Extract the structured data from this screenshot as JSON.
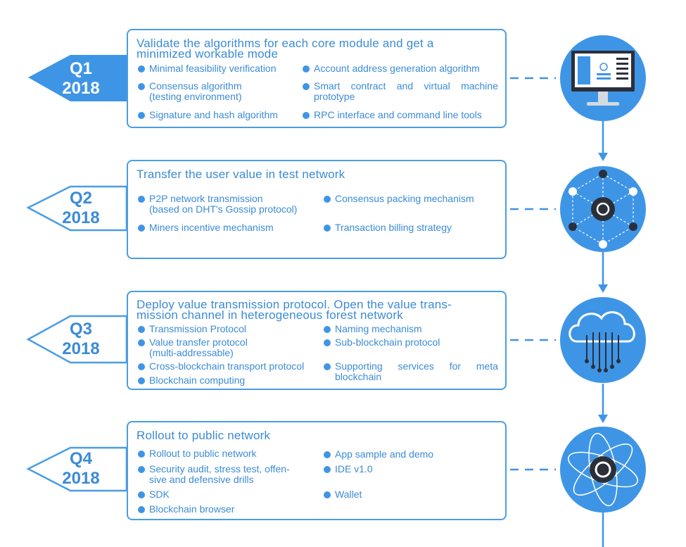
{
  "quarters": [
    {
      "quarter": "Q1",
      "year": "2018",
      "title_lines": [
        "Validate the algorithms for each core module and get a",
        "minimized workable mode"
      ],
      "items": [
        {
          "lines": [
            "Minimal feasibility verification"
          ]
        },
        {
          "lines": [
            "Account address generation algorithm"
          ]
        },
        {
          "lines": [
            "Consensus algorithm",
            "(testing environment)"
          ]
        },
        {
          "lines": [
            "Smart contract and virtual machine",
            "prototype"
          ]
        },
        {
          "lines": [
            "Signature and hash algorithm"
          ]
        },
        {
          "lines": [
            "RPC interface and command line tools"
          ]
        }
      ]
    },
    {
      "quarter": "Q2",
      "year": "2018",
      "title_lines": [
        "Transfer the user value in test network"
      ],
      "items": [
        {
          "lines": [
            "P2P network transmission",
            "(based on DHT's Gossip protocol)"
          ]
        },
        {
          "lines": [
            "Consensus packing mechanism"
          ]
        },
        {
          "lines": [
            "Miners incentive mechanism"
          ]
        },
        {
          "lines": [
            "Transaction billing strategy"
          ]
        }
      ]
    },
    {
      "quarter": "Q3",
      "year": "2018",
      "title_lines": [
        "Deploy value transmission protocol. Open the value trans-",
        "mission channel in heterogeneous forest network"
      ],
      "items": [
        {
          "lines": [
            "Transmission Protocol"
          ]
        },
        {
          "lines": [
            "Naming mechanism"
          ]
        },
        {
          "lines": [
            "Value transfer protocol",
            "(multi-addressable)"
          ]
        },
        {
          "lines": [
            "Sub-blockchain protocol"
          ]
        },
        {
          "lines": [
            "Cross-blockchain transport protocol"
          ]
        },
        {
          "lines": [
            "Supporting services for meta",
            "blockchain"
          ]
        },
        {
          "lines": [
            "Blockchain computing"
          ]
        }
      ]
    },
    {
      "quarter": "Q4",
      "year": "2018",
      "title_lines": [
        "Rollout to public network"
      ],
      "items": [
        {
          "lines": [
            "Rollout to public network"
          ]
        },
        {
          "lines": [
            "App sample and demo"
          ]
        },
        {
          "lines": [
            "Security audit, stress test, offen-",
            "sive and defensive drills"
          ]
        },
        {
          "lines": [
            "IDE v1.0"
          ]
        },
        {
          "lines": [
            "SDK"
          ]
        },
        {
          "lines": [
            "Wallet"
          ]
        },
        {
          "lines": [
            "Blockchain browser"
          ]
        }
      ]
    }
  ],
  "icons": [
    "computer-monitor-icon",
    "network-hexagon-icon",
    "cloud-circuit-icon",
    "atom-icon"
  ],
  "colors": {
    "accent": "#3e95e6",
    "text": "#3b8bd6",
    "border": "#4a9de3",
    "dark": "#2b2f3a"
  }
}
